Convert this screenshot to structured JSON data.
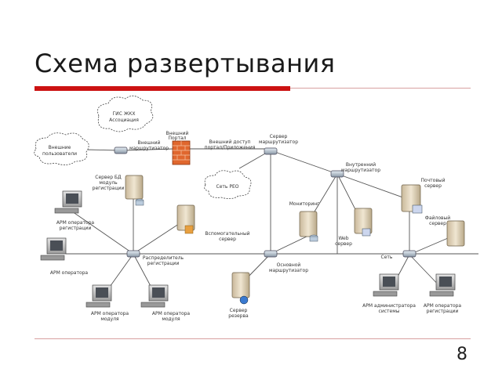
{
  "slide": {
    "title": "Схема развертывания",
    "page_number": "8"
  },
  "diagram": {
    "nodes": [
      {
        "id": "cloud_top",
        "kind": "cloud",
        "lines": [
          "ГИС ЖКХ",
          "Ассоциация"
        ]
      },
      {
        "id": "cloud_left",
        "kind": "cloud",
        "lines": [
          "Внешние",
          "пользователи"
        ]
      },
      {
        "id": "cloud_mid",
        "kind": "cloud",
        "lines": [
          "Сеть РЕО"
        ]
      },
      {
        "id": "firewall",
        "kind": "firewall",
        "lines": [
          "Внешний",
          "Портал"
        ]
      },
      {
        "id": "switch_ext",
        "kind": "switch",
        "lines": [
          "Внешний",
          "маршрутизатор"
        ]
      },
      {
        "id": "switch_dmz",
        "kind": "switch",
        "lines": [
          "Внешний доступ",
          "портал/Приложения"
        ]
      },
      {
        "id": "switch_core",
        "kind": "switch",
        "lines": [
          "Сервер",
          "маршрутизатор"
        ]
      },
      {
        "id": "switch_backbone",
        "kind": "switch",
        "lines": [
          "Внутренний",
          "маршрутизатор"
        ]
      },
      {
        "id": "switch_center",
        "kind": "switch",
        "lines": [
          "Распределитель",
          "регистрации"
        ]
      },
      {
        "id": "switch_main",
        "kind": "switch",
        "lines": [
          "Основной",
          "маршрутизатор"
        ]
      },
      {
        "id": "switch_right",
        "kind": "switch",
        "lines": [
          "Сеть"
        ]
      },
      {
        "id": "srv_db",
        "kind": "server-db",
        "lines": [
          "Сервер БД",
          "модуль",
          "регистрации"
        ]
      },
      {
        "id": "srv_app",
        "kind": "server-app",
        "lines": [
          "Вспомогательный",
          "сервер"
        ]
      },
      {
        "id": "srv_monitor",
        "kind": "server-db",
        "lines": [
          "Мониторинг"
        ]
      },
      {
        "id": "srv_web",
        "kind": "server-web",
        "lines": [
          "Web",
          "сервер"
        ]
      },
      {
        "id": "srv_mail",
        "kind": "server-web",
        "lines": [
          "Почтовый",
          "сервер"
        ]
      },
      {
        "id": "srv_file",
        "kind": "server-plain",
        "lines": [
          "Файловый",
          "сервер"
        ]
      },
      {
        "id": "srv_backup",
        "kind": "server-globe",
        "lines": [
          "Сервер",
          "резерва"
        ]
      },
      {
        "id": "pc_reg",
        "kind": "pc",
        "lines": [
          "АРМ оператора",
          "регистрации"
        ]
      },
      {
        "id": "pc_op",
        "kind": "pc",
        "lines": [
          "АРМ оператора"
        ]
      },
      {
        "id": "pc_user1",
        "kind": "pc",
        "lines": [
          "АРМ оператора",
          "модуля"
        ]
      },
      {
        "id": "pc_user2",
        "kind": "pc",
        "lines": [
          "АРМ оператора",
          "модуля"
        ]
      },
      {
        "id": "pc_admin",
        "kind": "pc",
        "lines": [
          "АРМ администратора",
          "системы"
        ]
      },
      {
        "id": "pc_mgr",
        "kind": "pc",
        "lines": [
          "АРМ оператора",
          "регистрации"
        ]
      }
    ]
  }
}
